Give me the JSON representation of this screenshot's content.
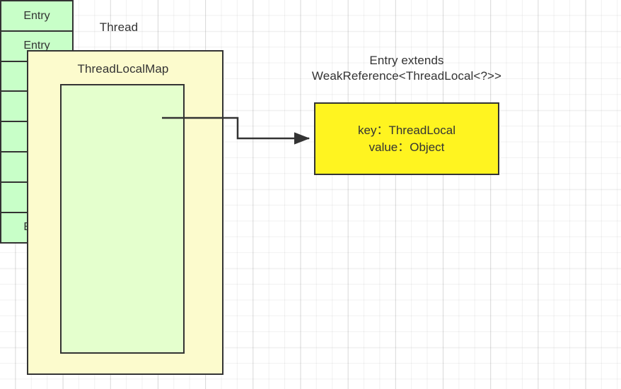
{
  "diagram": {
    "title_thread": "Thread",
    "title_threadlocalmap": "ThreadLocalMap",
    "title_entry_type": "Entry extends\nWeakReference<ThreadLocal<?>>",
    "entry_detail": "key：ThreadLocal\nvalue：Object",
    "entry_cells": [
      {
        "label": "Entry"
      },
      {
        "label": "Entry"
      },
      {
        "label": ""
      },
      {
        "label": ""
      },
      {
        "label": ""
      },
      {
        "label": ""
      },
      {
        "label": ""
      },
      {
        "label": "Entry"
      }
    ],
    "colors": {
      "thread_fill": "#fcfbcd",
      "threadlocalmap_fill": "#e4ffcd",
      "entry_cell_fill": "#c8ffc8",
      "entry_detail_fill": "#fff420",
      "stroke": "#333333",
      "text": "#333333",
      "grid": "#e8e8e8",
      "background": "#ffffff"
    },
    "connector": {
      "name": "entry-to-entry-detail-arrow",
      "from": "first-entry-cell",
      "to": "entry-detail-box"
    }
  }
}
